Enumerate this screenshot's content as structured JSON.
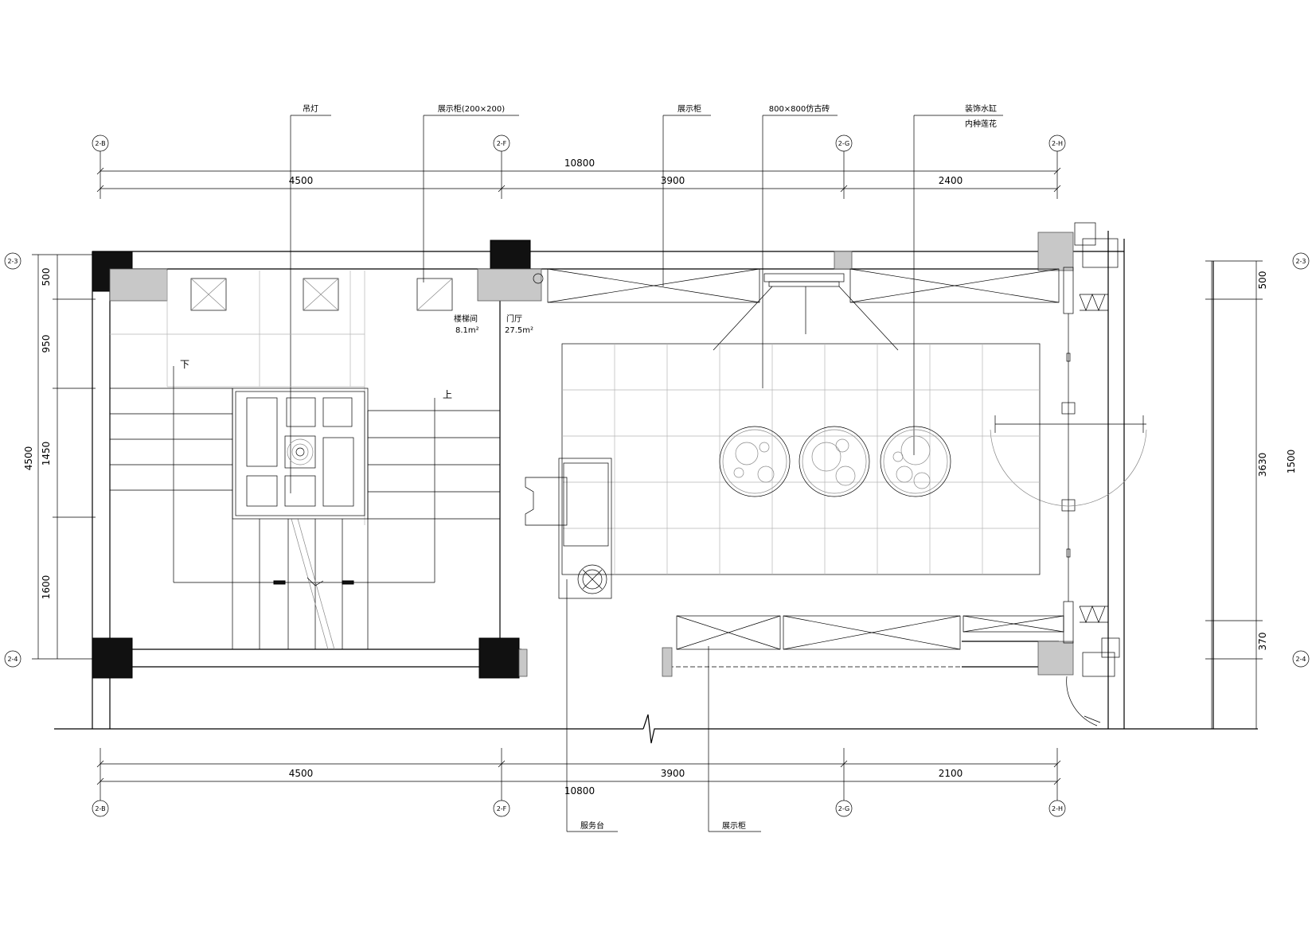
{
  "axes": {
    "top": [
      "2-B",
      "2-F",
      "2-G",
      "2-H"
    ],
    "bottom": [
      "2-B",
      "2-F",
      "2-G",
      "2-H"
    ],
    "left": [
      "2-3",
      "2-4"
    ],
    "right": [
      "2-3",
      "2-4"
    ]
  },
  "dimensions": {
    "top_total": "10800",
    "top": [
      "4500",
      "3900",
      "2400"
    ],
    "bottom_total": "10800",
    "bottom": [
      "4500",
      "3900",
      "2100"
    ],
    "left": [
      "500",
      "950",
      "1450",
      "1600"
    ],
    "left_total": "4500",
    "right": [
      "500",
      "3630",
      "370"
    ],
    "right_total": "1500"
  },
  "callouts": {
    "top": [
      {
        "label": "吊灯"
      },
      {
        "label": "展示柜(200×200)"
      },
      {
        "label": "展示柜"
      },
      {
        "label": "800×800仿古砖"
      },
      {
        "label": "装饰水缸",
        "label2": "内种莲花"
      }
    ],
    "bottom": [
      {
        "label": "服务台"
      },
      {
        "label": "展示柜"
      }
    ]
  },
  "rooms": [
    {
      "name": "楼梯间",
      "area": "8.1m²"
    },
    {
      "name": "门厅",
      "area": "27.5m²"
    }
  ],
  "stairs": {
    "down": "下",
    "up": "上"
  }
}
